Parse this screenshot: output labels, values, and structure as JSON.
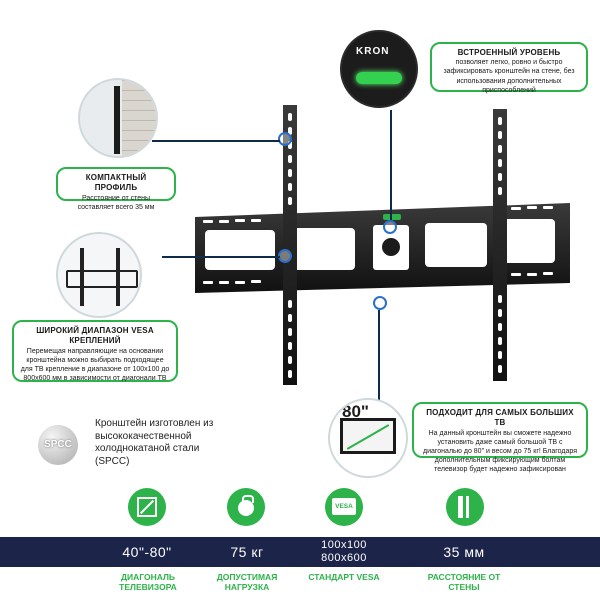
{
  "features": {
    "level": {
      "brand": "KRON",
      "title": "ВСТРОЕННЫЙ УРОВЕНЬ",
      "text": "позволяет легко, ровно и быстро зафиксировать кронштейн на стене, без использования дополнительных приспособлений"
    },
    "profile": {
      "title": "КОМПАКТНЫЙ ПРОФИЛЬ",
      "text": "Расстояние от стены составляет всего 35 мм"
    },
    "vesa": {
      "title": "ШИРОКИЙ ДИАПАЗОН VESA КРЕПЛЕНИЙ",
      "text": "Перемещая направляющие на основании кронштейна можно выбирать подходящее для ТВ крепление в диапазоне от 100х100 до 800х600 мм в зависимости от диагонали ТВ"
    },
    "largest": {
      "tv_size": "80\"",
      "title": "ПОДХОДИТ ДЛЯ САМЫХ БОЛЬШИХ ТВ",
      "text": "На данный кронштейн вы сможете надежно установить даже самый большой ТВ с диагональю до 80\" и весом до 75 кг! Благодаря дополнительным фиксирующим болтам телевизор будет надежно зафиксирован"
    },
    "material": {
      "badge": "SPCC",
      "text": "Кронштейн изготовлен из высококачественной холоднокатаной стали (SPCC)"
    }
  },
  "specs": [
    {
      "value": "40\"-80\"",
      "label": "ДИАГОНАЛЬ ТЕЛЕВИЗОРА",
      "icon": "diagonal-icon"
    },
    {
      "value": "75 кг",
      "label": "ДОПУСТИМАЯ НАГРУЗКА",
      "icon": "weight-icon"
    },
    {
      "value": "100x100 800x600",
      "label": "СТАНДАРТ VESA",
      "icon": "vesa-icon",
      "icon_text": "VESA"
    },
    {
      "value": "35 мм",
      "label": "РАССТОЯНИЕ ОТ СТЕНЫ",
      "icon": "wall-distance-icon"
    }
  ],
  "colors": {
    "accent_green": "#2db34a",
    "band_navy": "#1d2449",
    "bracket_black": "#1b1b1b",
    "lead_line": "#0f2a4a"
  }
}
